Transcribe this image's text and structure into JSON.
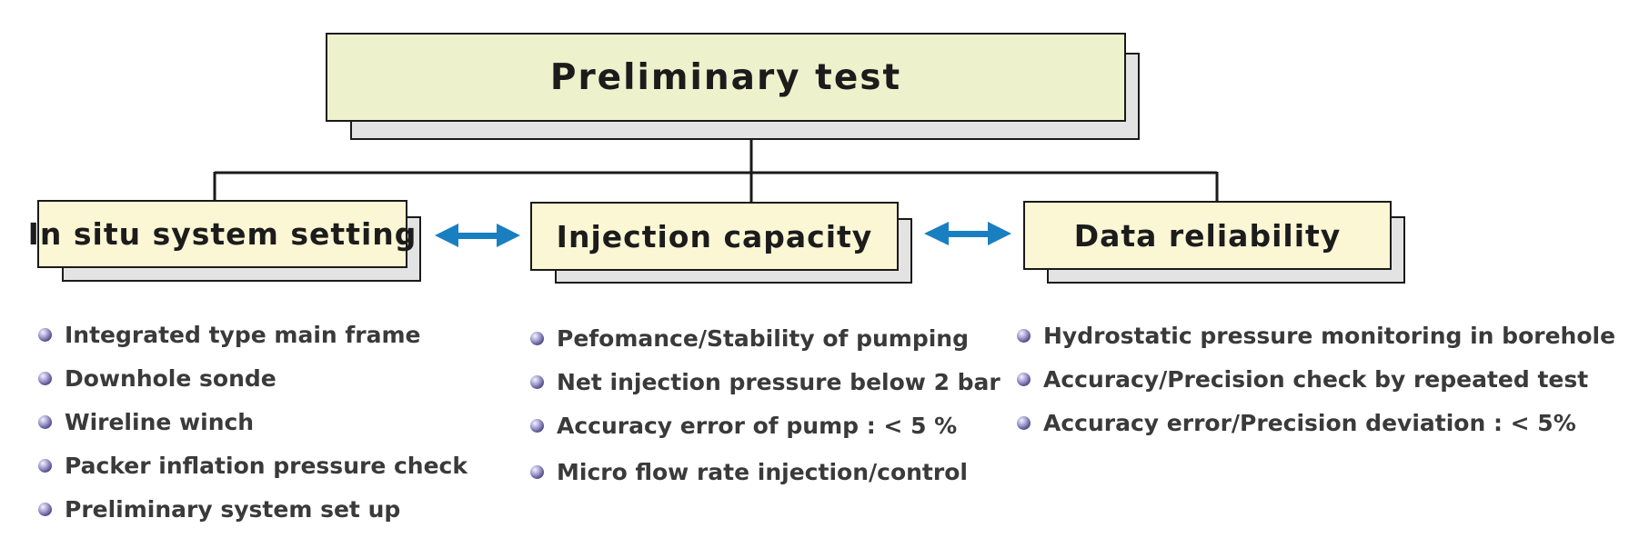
{
  "root": {
    "title": "Preliminary test"
  },
  "categories": [
    {
      "key": "setting",
      "title": "In situ system setting",
      "items": [
        "Integrated type main frame",
        "Downhole sonde",
        "Wireline winch",
        "Packer inflation pressure check",
        "Preliminary system set up"
      ]
    },
    {
      "key": "injection",
      "title": "Injection capacity",
      "items": [
        "Pefomance/Stability of pumping",
        "Net injection pressure below 2 bar",
        "Accuracy error of pump : < 5 %",
        "Micro flow rate injection/control"
      ]
    },
    {
      "key": "reliability",
      "title": "Data reliability",
      "items": [
        "Hydrostatic pressure monitoring in borehole",
        "Accuracy/Precision check by repeated test",
        "Accuracy error/Precision deviation : <  5%"
      ]
    }
  ],
  "colors": {
    "root_fill": "#eef2cc",
    "box_fill": "#fbf6d4",
    "shadow_fill": "#e3e3e3",
    "arrow": "#1a7fc0",
    "text": "#3a3a3a"
  }
}
